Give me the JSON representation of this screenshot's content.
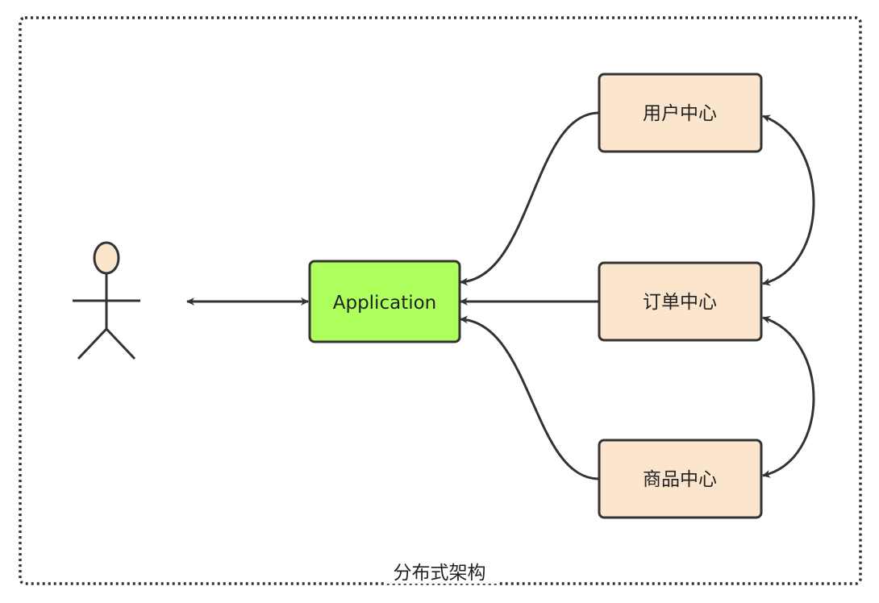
{
  "diagram": {
    "frame_label": "分布式架构",
    "nodes": {
      "actor": {
        "label": ""
      },
      "application": {
        "label": "Application"
      },
      "user_center": {
        "label": "用户中心"
      },
      "order_center": {
        "label": "订单中心"
      },
      "product_center": {
        "label": "商品中心"
      }
    },
    "edges": [
      {
        "from": "actor",
        "to": "application",
        "direction": "both"
      },
      {
        "from": "user_center",
        "to": "application",
        "direction": "forward"
      },
      {
        "from": "order_center",
        "to": "application",
        "direction": "forward"
      },
      {
        "from": "product_center",
        "to": "application",
        "direction": "forward"
      },
      {
        "from": "user_center",
        "to": "order_center",
        "direction": "both"
      },
      {
        "from": "order_center",
        "to": "product_center",
        "direction": "both"
      }
    ]
  },
  "colors": {
    "application_fill": "#adff5c",
    "service_fill": "#fbe5cd",
    "actor_head_fill": "#fbe5cd",
    "stroke": "#333333",
    "frame_stroke": "#333333"
  }
}
